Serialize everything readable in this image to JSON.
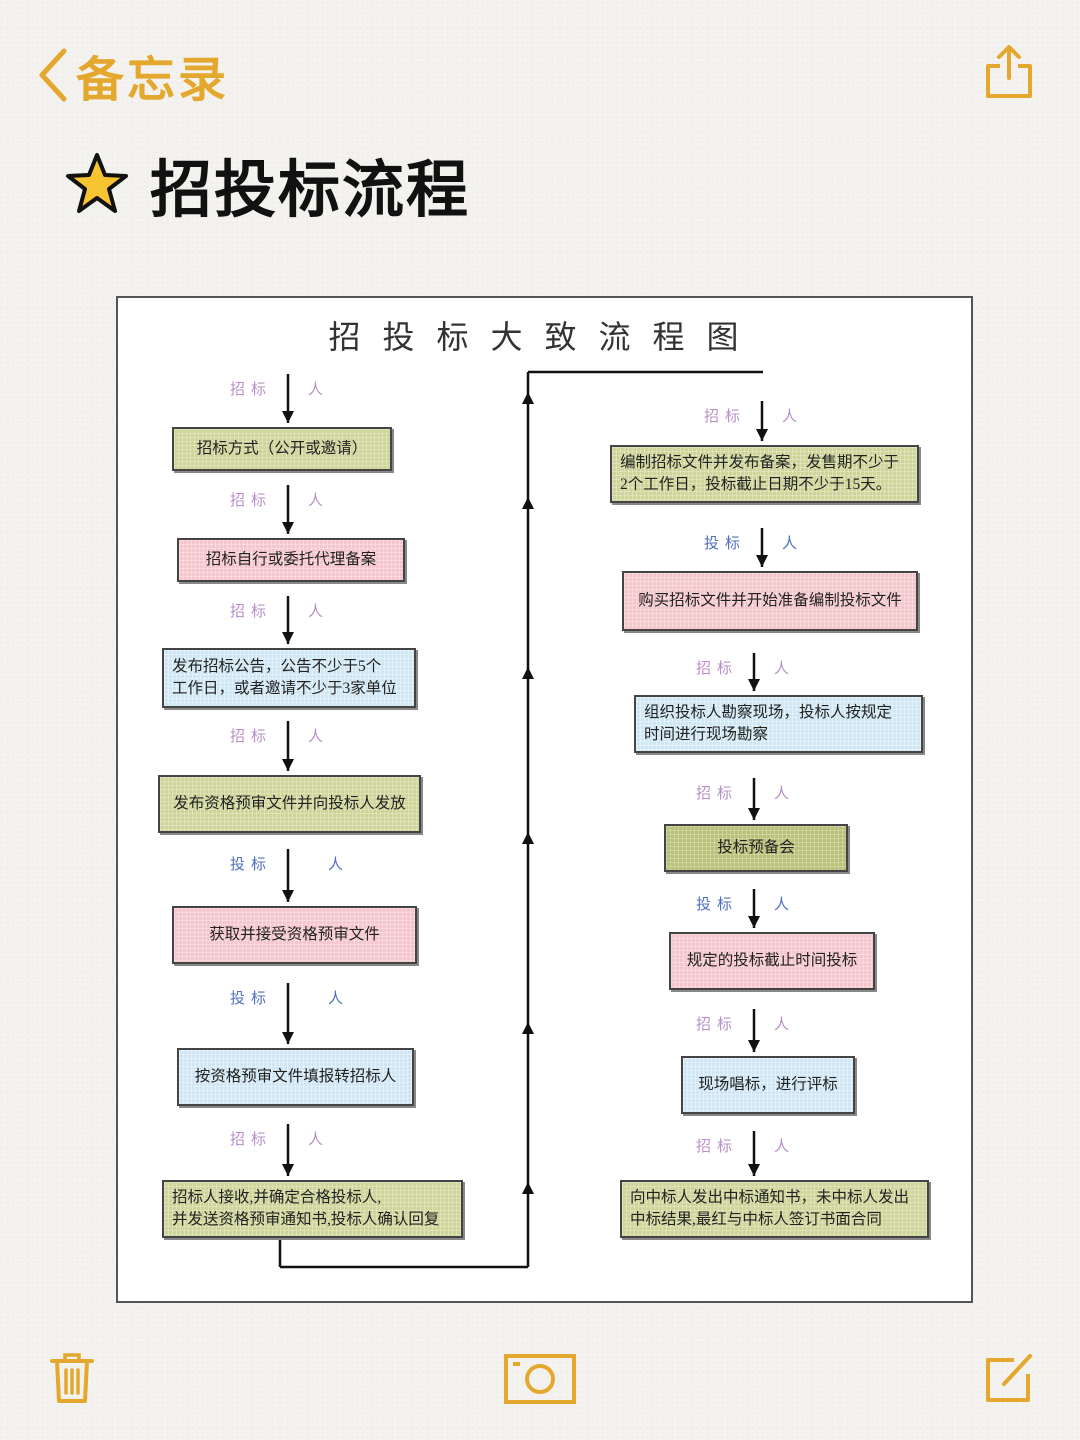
{
  "nav": {
    "back_label": "备忘录"
  },
  "note": {
    "title": "招投标流程"
  },
  "diagram": {
    "title": "招投标大致流程图",
    "left_steps": [
      {
        "actor": "招标",
        "suffix": "人",
        "actor_color": "purple",
        "text": "招标方式（公开或邀请）",
        "color": "olive"
      },
      {
        "actor": "招标",
        "suffix": "人",
        "actor_color": "purple",
        "text": "招标自行或委托代理备案",
        "color": "pink"
      },
      {
        "actor": "招标",
        "suffix": "人",
        "actor_color": "purple",
        "text": "发布招标公告，公告不少于5个\n工作日，或者邀请不少于3家单位",
        "color": "blue"
      },
      {
        "actor": "招标",
        "suffix": "人",
        "actor_color": "purple",
        "text": "发布资格预审文件并向投标人发放",
        "color": "olive"
      },
      {
        "actor": "投标",
        "suffix": "人",
        "actor_color": "blue",
        "text": "获取并接受资格预审文件",
        "color": "pink"
      },
      {
        "actor": "投标",
        "suffix": "人",
        "actor_color": "blue",
        "text": "按资格预审文件填报转招标人",
        "color": "blue"
      },
      {
        "actor": "招标",
        "suffix": "人",
        "actor_color": "purple",
        "text": "招标人接收,并确定合格投标人,\n并发送资格预审通知书,投标人确认回复",
        "color": "olive"
      }
    ],
    "right_steps": [
      {
        "actor": "招标",
        "suffix": "人",
        "actor_color": "purple",
        "text": "编制招标文件并发布备案，发售期不少于\n2个工作日，投标截止日期不少于15天。",
        "color": "olive"
      },
      {
        "actor": "投标",
        "suffix": "人",
        "actor_color": "blue",
        "text": "购买招标文件并开始准备编制投标文件",
        "color": "pink"
      },
      {
        "actor": "招标",
        "suffix": "人",
        "actor_color": "purple",
        "text": "组织投标人勘察现场，投标人按规定\n时间进行现场勘察",
        "color": "blue"
      },
      {
        "actor": "招标",
        "suffix": "人",
        "actor_color": "purple",
        "text": "投标预备会",
        "color": "oliveDark"
      },
      {
        "actor": "投标",
        "suffix": "人",
        "actor_color": "blue",
        "text": "规定的投标截止时间投标",
        "color": "pink"
      },
      {
        "actor": "招标",
        "suffix": "人",
        "actor_color": "purple",
        "text": "现场唱标，进行评标",
        "color": "blue"
      },
      {
        "actor": "招标",
        "suffix": "人",
        "actor_color": "purple",
        "text": "向中标人发出中标通知书，未中标人发出\n中标结果,最红与中标人签订书面合同",
        "color": "olive"
      }
    ]
  },
  "toolbar": {
    "icons": [
      "trash-icon",
      "camera-icon",
      "compose-icon"
    ]
  },
  "colors": {
    "accent": "#e5a82e",
    "star": "#f6c431"
  }
}
